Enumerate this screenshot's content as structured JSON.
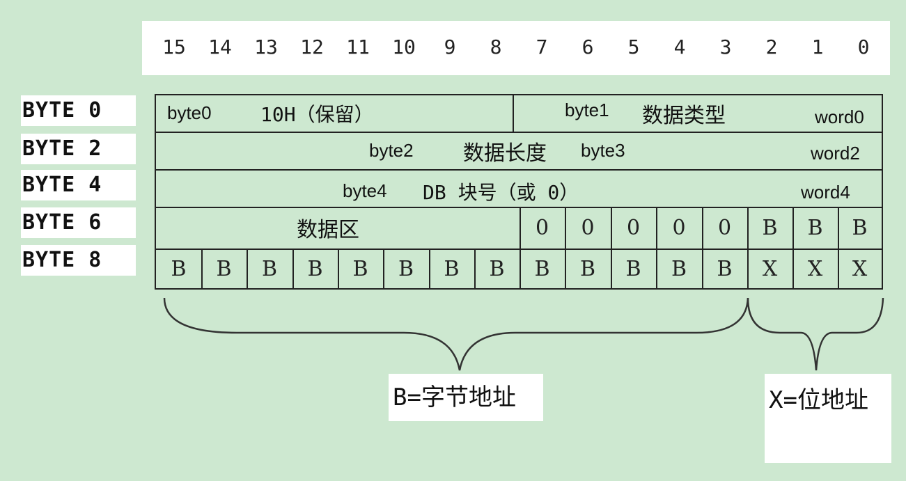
{
  "bit_header": [
    "15",
    "14",
    "13",
    "12",
    "11",
    "10",
    "9",
    "8",
    "7",
    "6",
    "5",
    "4",
    "3",
    "2",
    "1",
    "0"
  ],
  "byte_labels": [
    "BYTE 0",
    "BYTE 2",
    "BYTE 4",
    "BYTE 6",
    "BYTE 8"
  ],
  "row0": {
    "left_byte": "byte0",
    "left_text": "10H（保留）",
    "right_byte": "byte1",
    "right_text": "数据类型",
    "word": "word0"
  },
  "row1": {
    "byte_a": "byte2",
    "text": "数据长度",
    "byte_b": "byte3",
    "word": "word2"
  },
  "row2": {
    "byte": "byte4",
    "text": "DB 块号（或 0）",
    "word": "word4"
  },
  "row3": {
    "label": "数据区",
    "cells": [
      "0",
      "0",
      "0",
      "0",
      "0",
      "B",
      "B",
      "B"
    ]
  },
  "row4": {
    "cells": [
      "B",
      "B",
      "B",
      "B",
      "B",
      "B",
      "B",
      "B",
      "B",
      "B",
      "B",
      "B",
      "B",
      "X",
      "X",
      "X"
    ]
  },
  "captions": {
    "byte_address": "B=字节地址",
    "bit_address": "X=位地址"
  },
  "colors": {
    "background": "#cde8d0",
    "box": "#ffffff",
    "line": "#222222"
  }
}
